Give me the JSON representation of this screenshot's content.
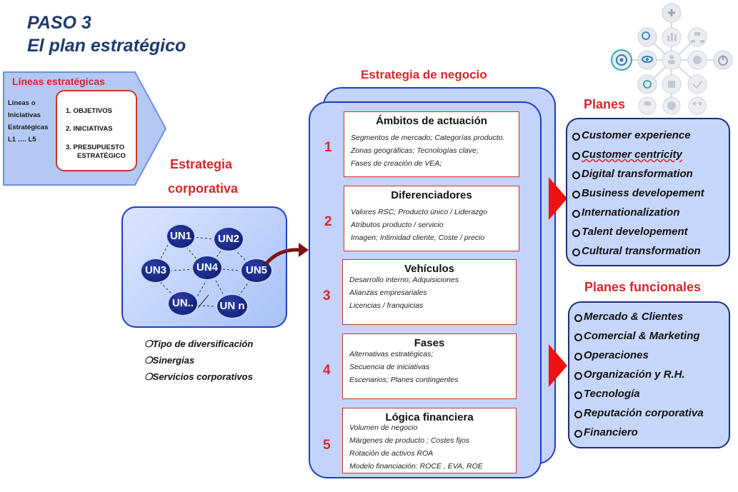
{
  "header": {
    "line1": "PASO 3",
    "line2": "El plan estratégico"
  },
  "lineas": {
    "title": "Líneas estratégicas",
    "left_lines": [
      "Líneas o",
      "Iniciativas",
      "Estratégicas",
      "L1 …. L5"
    ],
    "items": [
      "1.  OBJETIVOS",
      "2.  INICIATIVAS",
      "3.  PRESUPUESTO",
      "ESTRATÉGICO"
    ]
  },
  "corporativa": {
    "title1": "Estrategia",
    "title2": "corporativa",
    "units": [
      "UN1",
      "UN2",
      "UN3",
      "UN4",
      "UN5",
      "UN..",
      "UN n"
    ],
    "bullets": [
      "Tipo de diversificación",
      "Sinergias",
      "Servicios corporativos"
    ]
  },
  "negocio": {
    "title": "Estrategia de negocio",
    "panels": [
      {
        "num": "1",
        "heading": "Ámbitos de actuación",
        "lines": [
          "Segmentos de mercado;  Categorías  producto.",
          "Zonas geográficas; Tecnologías clave;",
          "Fases de creación de VEA;"
        ]
      },
      {
        "num": "2",
        "heading": "Diferenciadores",
        "lines": [
          "Valores RSC; Producto único / Liderazgo",
          " Atributos producto / servicio",
          "Imagen; Intimidad cliente; Coste / precio"
        ]
      },
      {
        "num": "3",
        "heading": "Vehículos",
        "lines": [
          "Desarrollo interno;  Adquisiciones",
          " Alianzas empresariales",
          "Licencias / franquicias"
        ]
      },
      {
        "num": "4",
        "heading": "Fases",
        "lines": [
          "Alternativas estratégicas;",
          "Secuencia de iniciativas",
          "Escenarios;   Planes contingentes"
        ]
      },
      {
        "num": "5",
        "heading": "Lógica financiera",
        "lines": [
          "Volumen de negocio",
          "Márgenes de producto ; Costes fijos",
          "Rotación de activos ROA",
          "Modelo financiación: ROCE , EVA, ROE"
        ]
      }
    ]
  },
  "planes_top": {
    "title": "Planes",
    "items": [
      "Customer experience",
      "Customer centricity",
      "Digital transformation",
      "Business developement",
      "Internationalization",
      "Talent developement",
      "Cultural transformation"
    ]
  },
  "planes_funcionales": {
    "title": "Planes funcionales",
    "items": [
      "Mercado & Clientes",
      "Comercial & Marketing",
      "Operaciones",
      "Organización y R.H.",
      "Tecnología",
      "Reputación corporativa",
      "Financiero"
    ]
  },
  "colors": {
    "accent_red": "#d9262c",
    "title_blue": "#1f3a6e",
    "box_blue": "#c3d3fb",
    "unit_navy": "#0b1a6b"
  },
  "icons": [
    "cross-icon",
    "search-icon",
    "chart-icon",
    "org-icon",
    "target-icon",
    "eye-icon",
    "people-icon",
    "pie-icon",
    "power-icon",
    "strategy-icon",
    "puzzle-icon",
    "check-icon",
    "flag-icon",
    "globe-icon",
    "team-icon"
  ]
}
